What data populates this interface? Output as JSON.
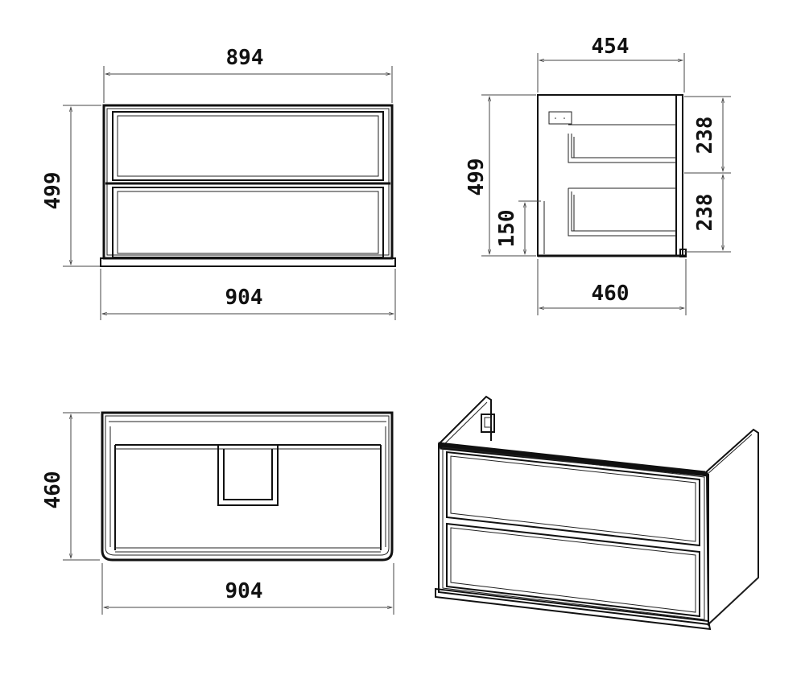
{
  "front_view": {
    "top_width": "894",
    "height": "499",
    "bottom_width": "904"
  },
  "side_view": {
    "top_depth": "454",
    "height": "499",
    "plinth_height": "150",
    "drawer_top": "238",
    "drawer_bottom": "238",
    "bottom_depth": "460"
  },
  "top_view": {
    "depth": "460",
    "width": "904"
  },
  "colors": {
    "line": "#111111",
    "background": "#ffffff"
  }
}
